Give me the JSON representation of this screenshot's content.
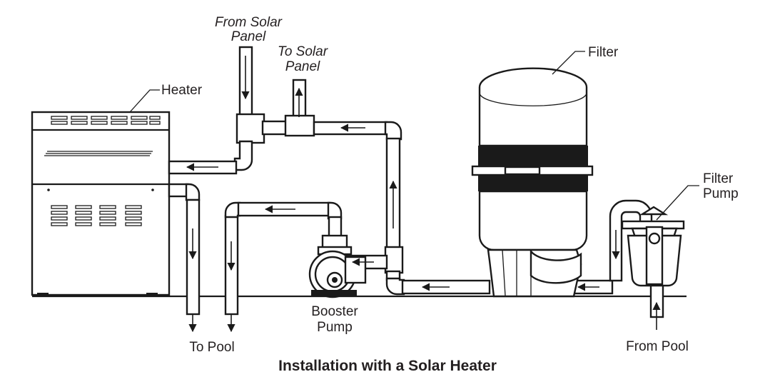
{
  "diagram": {
    "labels": {
      "from_solar_panel_1": "From Solar",
      "from_solar_panel_2": "Panel",
      "to_solar_panel_1": "To Solar",
      "to_solar_panel_2": "Panel",
      "heater": "Heater",
      "filter": "Filter",
      "filter_pump_1": "Filter",
      "filter_pump_2": "Pump",
      "booster_pump_1": "Booster",
      "booster_pump_2": "Pump",
      "to_pool": "To Pool",
      "from_pool": "From Pool"
    },
    "caption": "Installation with a Solar Heater"
  }
}
